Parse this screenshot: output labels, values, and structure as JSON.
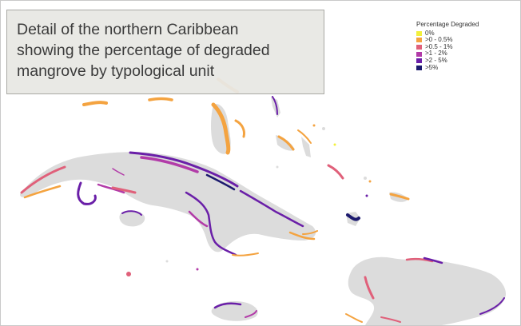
{
  "caption": {
    "line1": "Detail of the northern Caribbean",
    "line2": "showing the percentage of degraded",
    "line3": "mangrove by typological unit"
  },
  "legend": {
    "title": "Percentage Degraded",
    "items": [
      {
        "label": "0%",
        "color": "#f2f03c"
      },
      {
        "label": ">0 - 0.5%",
        "color": "#f4a340"
      },
      {
        "label": ">0.5 - 1%",
        "color": "#e0607a"
      },
      {
        "label": ">1 - 2%",
        "color": "#b23ba8"
      },
      {
        "label": ">2 - 5%",
        "color": "#6a1fa8"
      },
      {
        "label": ">5%",
        "color": "#1c1a6e"
      }
    ]
  },
  "colors": {
    "land": "#dcdcdc",
    "sea": "#ffffff"
  }
}
